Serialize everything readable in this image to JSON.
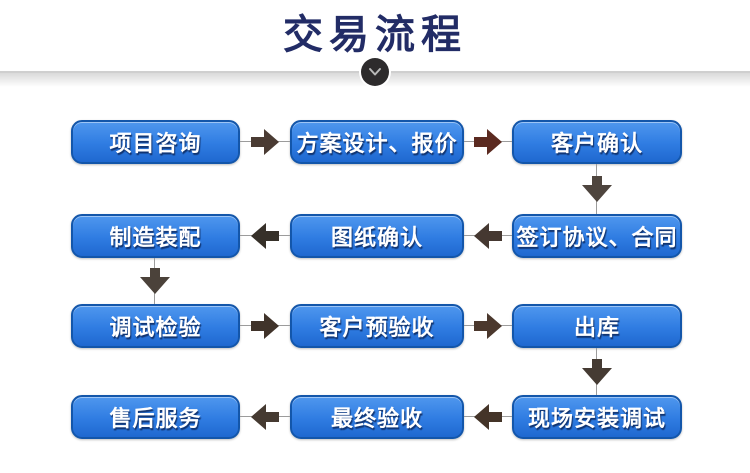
{
  "title": {
    "text": "交易流程",
    "color": "#222c66"
  },
  "divider": {
    "line_color": "#cfcfcf",
    "circle_color": "#2d2b2c",
    "chevron_icon": "chevron-down",
    "chevron_color": "#b9b9b9"
  },
  "flow": {
    "box_style": {
      "border_color": "#1356aa",
      "fill_top": "#4f97ee",
      "fill_bottom": "#1f68d0",
      "text_color": "#ffffff"
    },
    "line_color": "#9c9c9c",
    "steps": [
      {
        "label": "项目咨询"
      },
      {
        "label": "方案设计、报价"
      },
      {
        "label": "客户确认"
      },
      {
        "label": "签订协议、合同"
      },
      {
        "label": "图纸确认"
      },
      {
        "label": "制造装配"
      },
      {
        "label": "调试检验"
      },
      {
        "label": "客户预验收"
      },
      {
        "label": "出库"
      },
      {
        "label": "现场安装调试"
      },
      {
        "label": "最终验收"
      },
      {
        "label": "售后服务"
      }
    ],
    "connectors": [
      {
        "from": "项目咨询",
        "to": "方案设计、报价",
        "dir": "right",
        "color": "#4a3b33"
      },
      {
        "from": "方案设计、报价",
        "to": "客户确认",
        "dir": "right",
        "color": "#5b2a20"
      },
      {
        "from": "客户确认",
        "to": "签订协议、合同",
        "dir": "down",
        "color": "#4e453e"
      },
      {
        "from": "签订协议、合同",
        "to": "图纸确认",
        "dir": "left",
        "color": "#453831"
      },
      {
        "from": "图纸确认",
        "to": "制造装配",
        "dir": "left",
        "color": "#363029"
      },
      {
        "from": "制造装配",
        "to": "调试检验",
        "dir": "down",
        "color": "#4b423a"
      },
      {
        "from": "调试检验",
        "to": "客户预验收",
        "dir": "right",
        "color": "#40332a"
      },
      {
        "from": "客户预验收",
        "to": "出库",
        "dir": "right",
        "color": "#4b382d"
      },
      {
        "from": "出库",
        "to": "现场安装调试",
        "dir": "down",
        "color": "#453b33"
      },
      {
        "from": "现场安装调试",
        "to": "最终验收",
        "dir": "left",
        "color": "#443428"
      },
      {
        "from": "最终验收",
        "to": "售后服务",
        "dir": "left",
        "color": "#453a31"
      }
    ]
  }
}
